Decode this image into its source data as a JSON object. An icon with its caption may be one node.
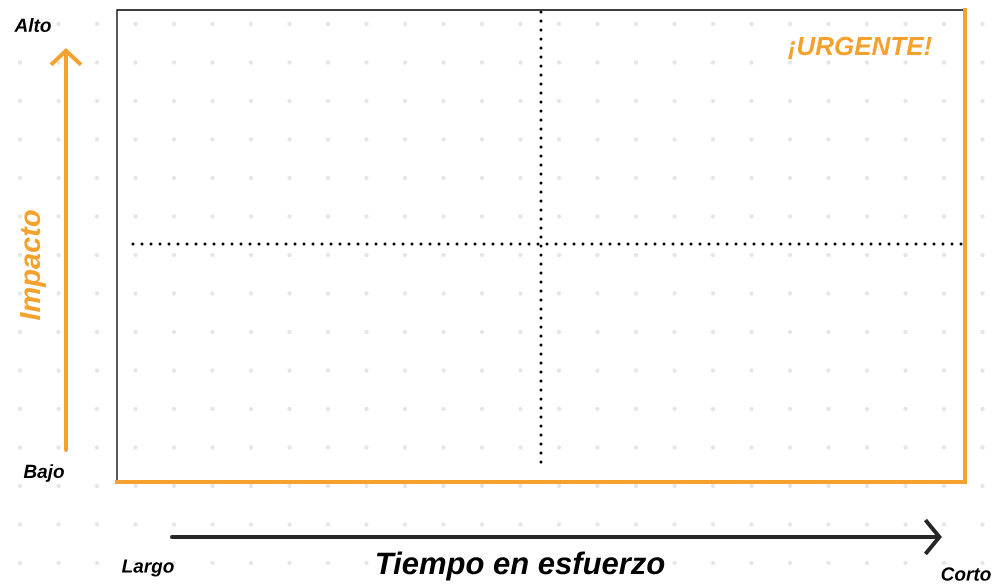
{
  "diagram": {
    "labels": [
      "Alto",
      "¡URGENTE!",
      "Impacto",
      "Bajo",
      "Largo",
      "Tiempo en esfuerzo",
      "Corto"
    ]
  }
}
